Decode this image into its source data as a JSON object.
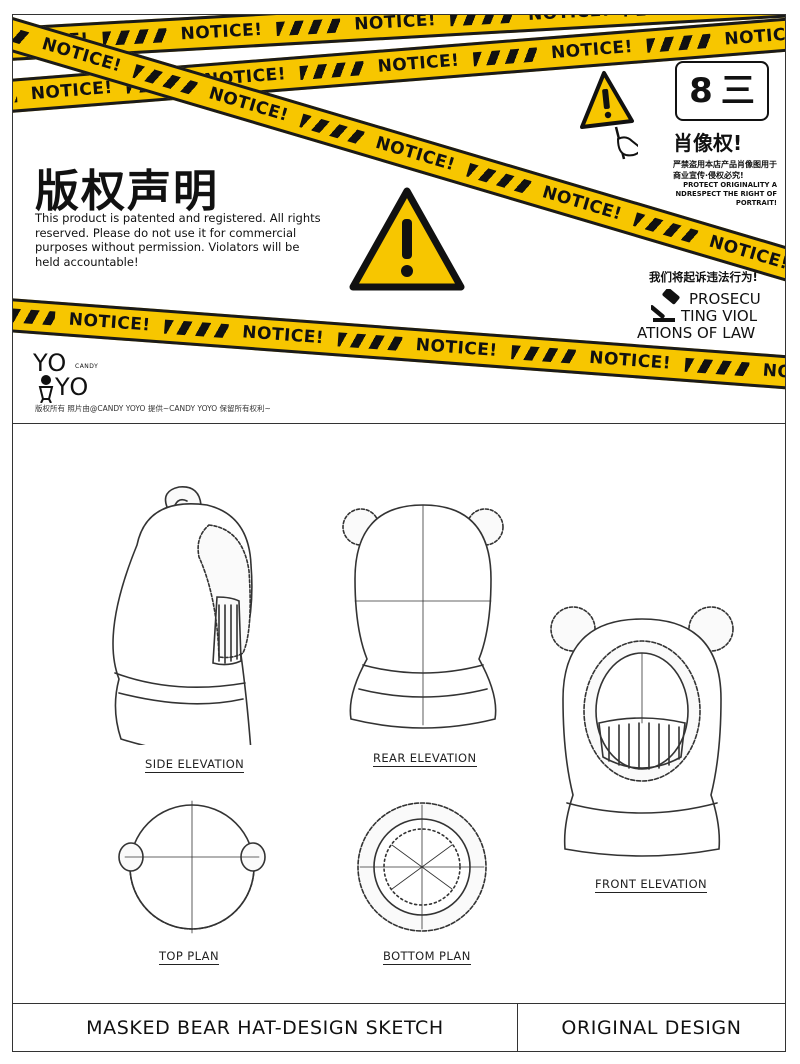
{
  "banner": {
    "tape_text": "NOTICE!",
    "title_cn": "版权声明",
    "notice_text": "This product is patented and registered. All rights reserved. Please do not use it for commercial purposes without permission. Violators will be held accountable!",
    "badge_left": "8",
    "badge_right": "三",
    "portrait_title": "肖像权!",
    "portrait_cn": "严禁盗用本店产品肖像图用于商业宣传·侵权必究!",
    "portrait_en": "PROTECT ORIGINALITY A NDRESPECT THE RIGHT OF PORTRAIT!",
    "sue_cn": "我们将起诉违法行为!",
    "prosecute_line1": "PROSECU",
    "prosecute_line2": "TING VIOL",
    "prosecute_line3": "ATIONS OF LAW",
    "logo_yo1": "YO",
    "logo_candy": "CANDY",
    "logo_yo2": "YO",
    "copyright": "版权所有  照片由@CANDY YOYO 提供~CANDY YOYO 保留所有权利~",
    "colors": {
      "tape": "#f7c600",
      "ink": "#111111"
    }
  },
  "views": {
    "side": "SIDE ELEVATION",
    "rear": "REAR ELEVATION",
    "front": "FRONT ELEVATION",
    "top": "TOP PLAN",
    "bottom": "BOTTOM PLAN"
  },
  "footer": {
    "left": "MASKED BEAR HAT-DESIGN SKETCH",
    "right": "ORIGINAL DESIGN"
  }
}
